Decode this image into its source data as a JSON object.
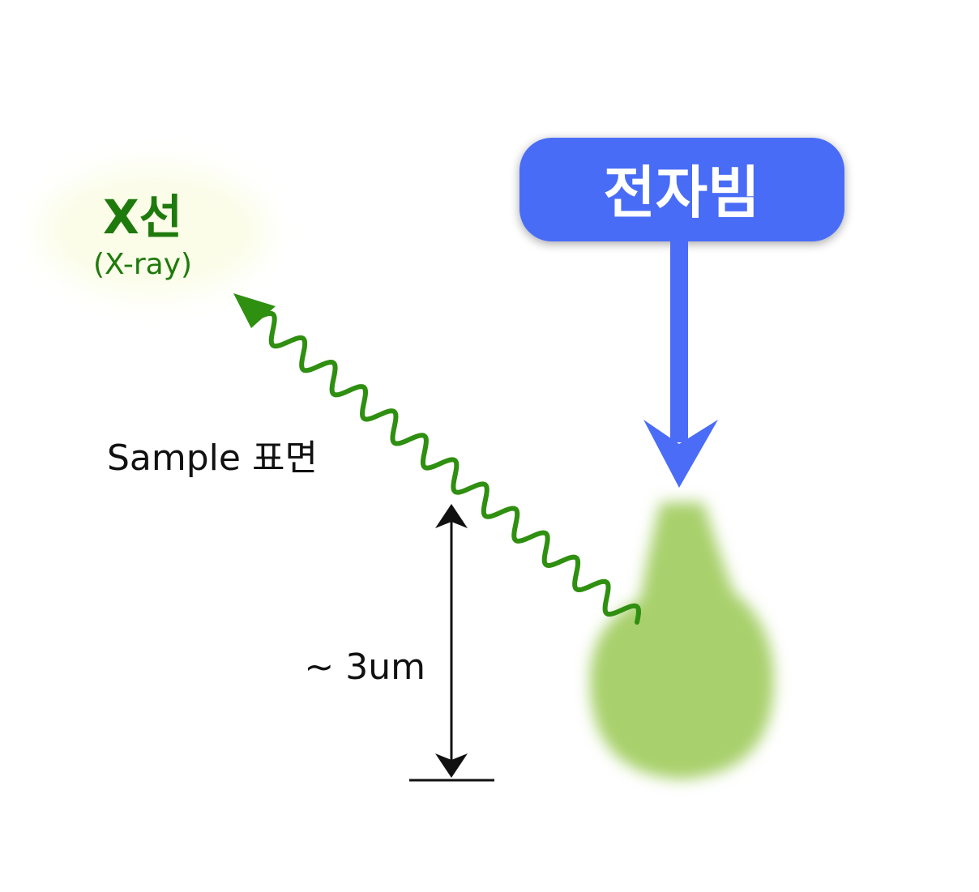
{
  "beam": {
    "label": "전자빔",
    "color": "#4a6cf7"
  },
  "xray": {
    "label": "X선",
    "sublabel": "(X-ray)",
    "color": "#2f8f10",
    "label_color": "#1f7a0d"
  },
  "surface": {
    "label": "Sample 표면",
    "color": "#333333"
  },
  "depth": {
    "label": "~ 3um"
  },
  "interaction_volume": {
    "color": "#a8d06c"
  }
}
